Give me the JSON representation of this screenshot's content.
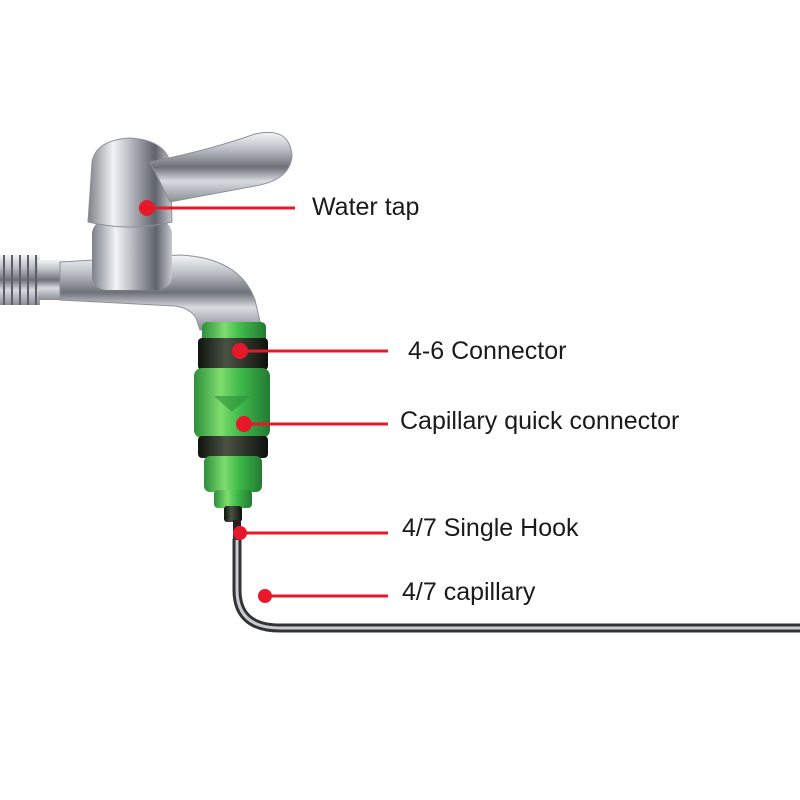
{
  "labels": {
    "water_tap": "Water tap",
    "connector_4_6": "4-6 Connector",
    "capillary_quick_connector": "Capillary quick connector",
    "single_hook": "4/7 Single Hook",
    "capillary": "4/7 capillary"
  },
  "colors": {
    "callout": "#e8182b",
    "fitting_green": "#38b54a",
    "fitting_dark": "#1f2a1c",
    "chrome": "#c9ccd1",
    "tube": "#3a3a3a"
  }
}
